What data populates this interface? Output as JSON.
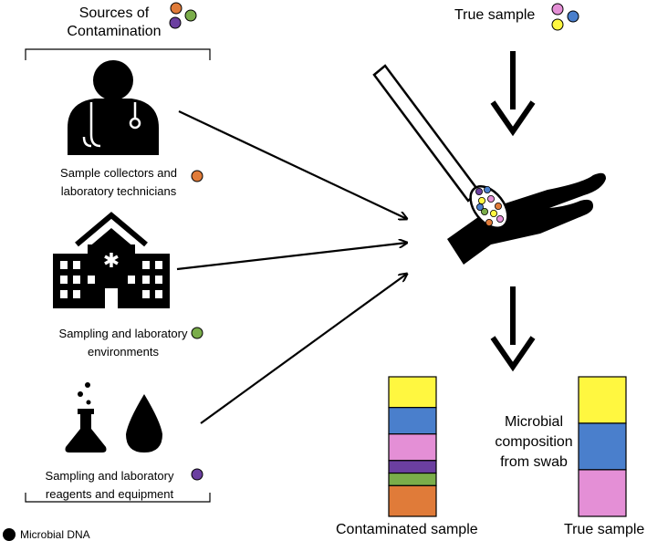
{
  "sources_title": "Sources of Contamination",
  "true_sample_title": "True sample",
  "sources": [
    {
      "label": "Sample collectors and laboratory technicians",
      "dot_color": "#e07b39",
      "icon": "doctor-icon"
    },
    {
      "label": "Sampling and laboratory environments",
      "dot_color": "#7aad4a",
      "icon": "hospital-icon"
    },
    {
      "label": "Sampling and laboratory reagents and equipment",
      "dot_color": "#6b3fa0",
      "icon": "flask-drop-icon"
    }
  ],
  "center_label": "Microbial composition from swab",
  "contaminated_caption": "Contaminated sample",
  "true_caption": "True sample",
  "legend_label": "Microbial DNA",
  "colors": {
    "orange": "#e07b39",
    "green": "#7aad4a",
    "purple": "#6b3fa0",
    "pink": "#e48fd6",
    "blue": "#4a7fcc",
    "yellow": "#fff740"
  },
  "contaminated_composition": [
    {
      "color": "#fff740",
      "share": 0.22
    },
    {
      "color": "#4a7fcc",
      "share": 0.19
    },
    {
      "color": "#e48fd6",
      "share": 0.19
    },
    {
      "color": "#6b3fa0",
      "share": 0.09
    },
    {
      "color": "#7aad4a",
      "share": 0.09
    },
    {
      "color": "#e07b39",
      "share": 0.22
    }
  ],
  "true_composition": [
    {
      "color": "#fff740",
      "share": 0.333
    },
    {
      "color": "#4a7fcc",
      "share": 0.333
    },
    {
      "color": "#e48fd6",
      "share": 0.334
    }
  ]
}
